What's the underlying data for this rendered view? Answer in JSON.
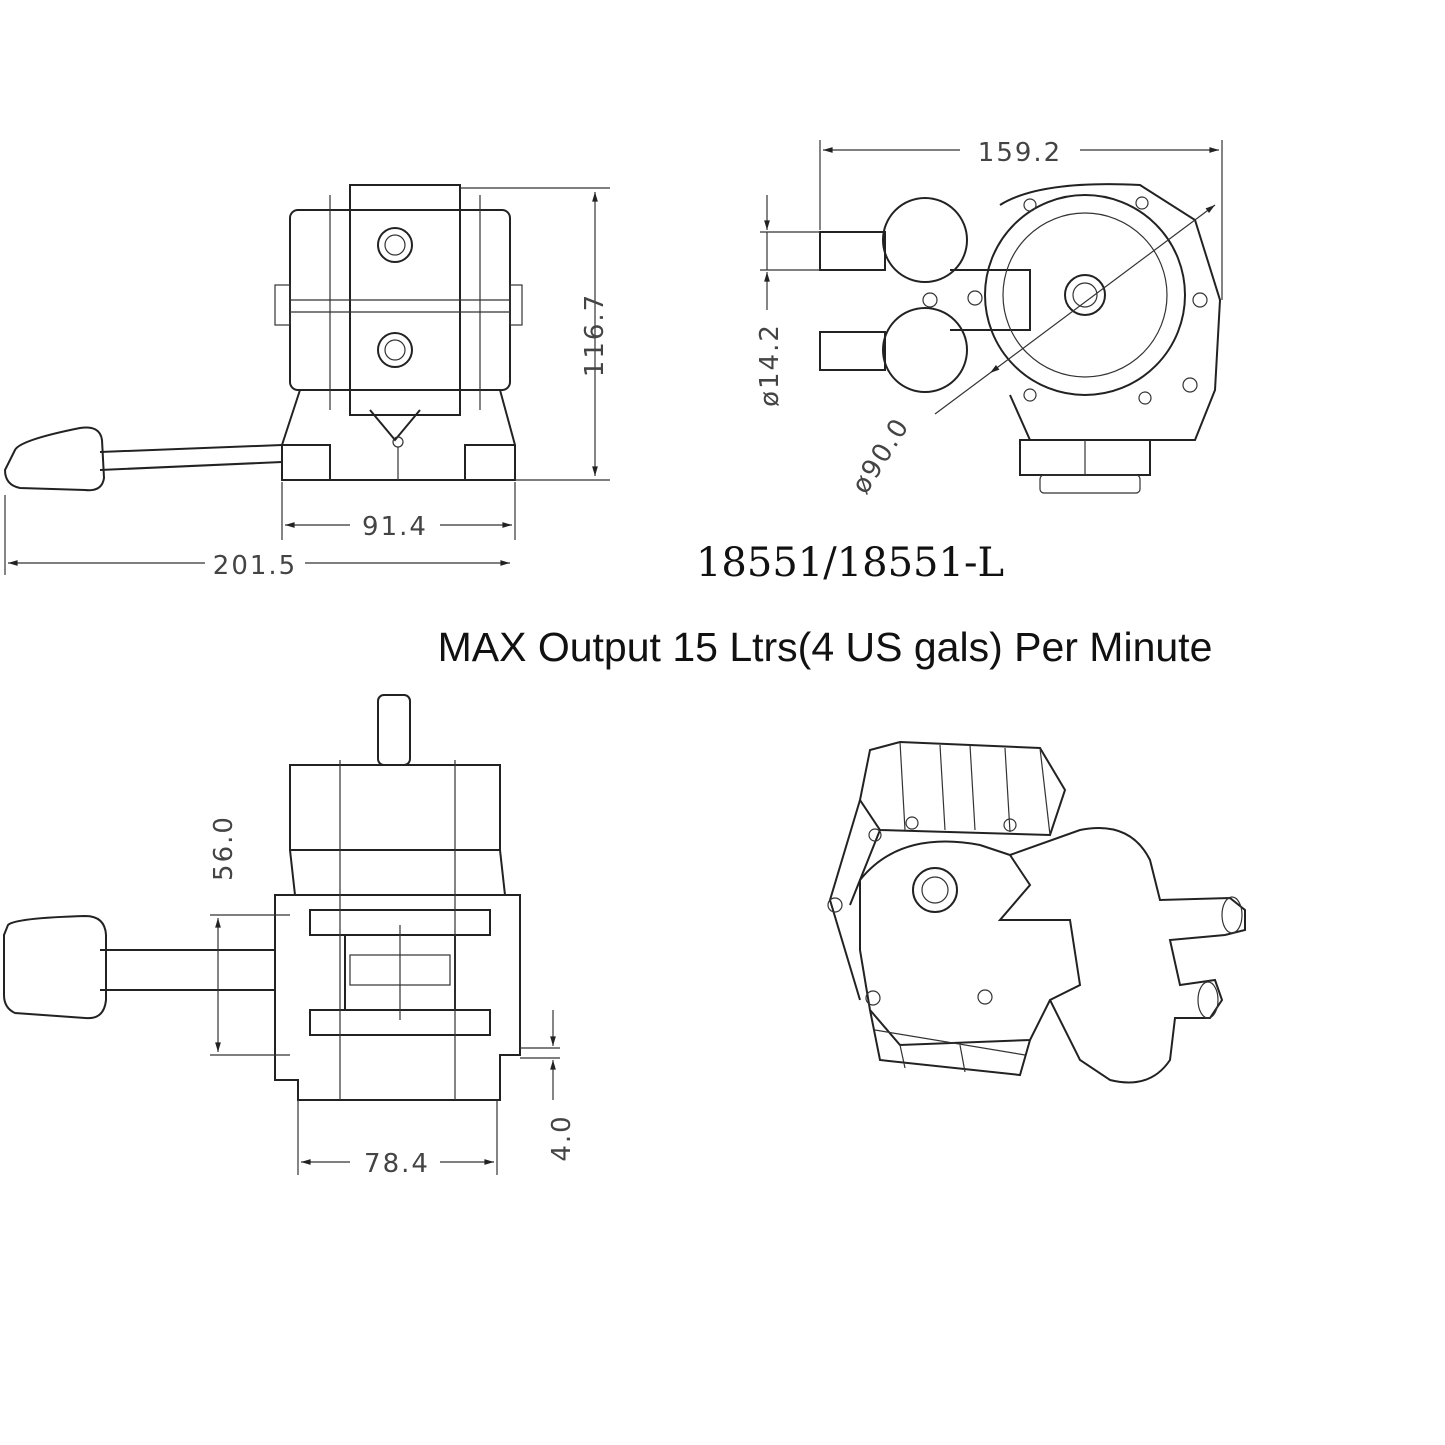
{
  "title": {
    "model": "18551/18551-L",
    "spec": "MAX Output 15 Ltrs(4 US gals) Per Minute"
  },
  "front_view": {
    "height_dim": "116.7",
    "base_width_dim": "91.4",
    "overall_width_dim": "201.5"
  },
  "side_view": {
    "width_dim": "159.2",
    "port_dia_dim": "ø14.2",
    "body_dia_dim": "ø90.0"
  },
  "top_view": {
    "handle_offset_dim": "56.0",
    "base_width_dim": "78.4",
    "slot_dim": "4.0"
  },
  "colors": {
    "line": "#222222",
    "background": "#ffffff"
  }
}
